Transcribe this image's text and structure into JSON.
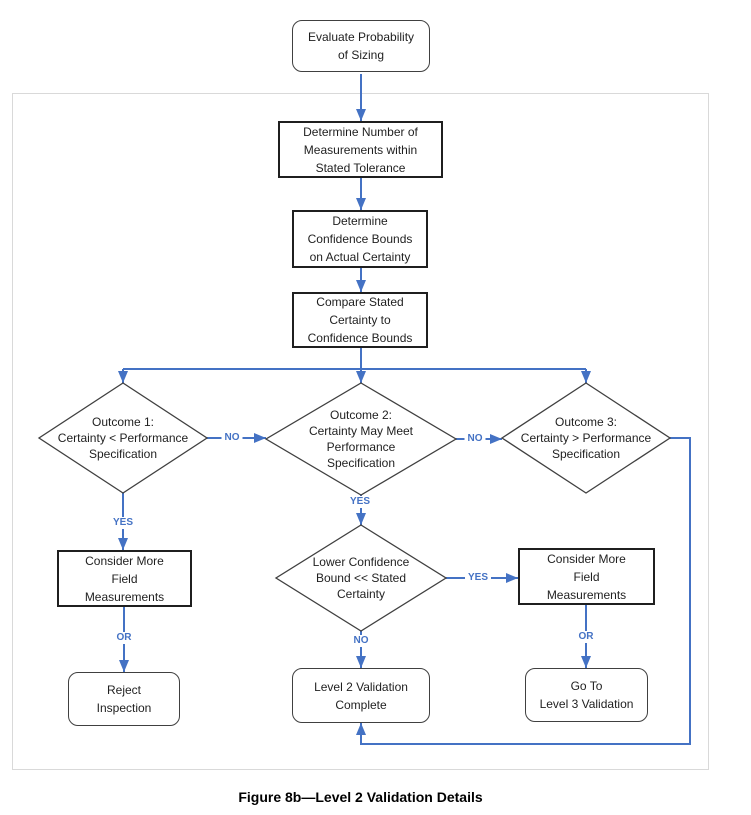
{
  "figure": {
    "caption": "Figure 8b—Level 2 Validation Details"
  },
  "colors": {
    "connector_blue": "#4472c4",
    "process_border": "#1f1f1f",
    "rounded_border": "#404040",
    "frame_gray": "#d9d9d9",
    "text": "#1f1f1f",
    "background": "#ffffff"
  },
  "nodes": {
    "evaluate_probability": {
      "type": "rounded-terminator",
      "label": "Evaluate Probability\nof Sizing"
    },
    "determine_measurements": {
      "type": "process",
      "label": "Determine Number of\nMeasurements within\nStated Tolerance"
    },
    "determine_confidence": {
      "type": "process",
      "label": "Determine\nConfidence Bounds\non Actual Certainty"
    },
    "compare_certainty": {
      "type": "process",
      "label": "Compare Stated\nCertainty to\nConfidence Bounds"
    },
    "outcome_1": {
      "type": "decision",
      "label": "Outcome 1:\nCertainty < Performance\nSpecification"
    },
    "outcome_2": {
      "type": "decision",
      "label": "Outcome 2:\nCertainty May Meet\nPerformance\nSpecification"
    },
    "outcome_3": {
      "type": "decision",
      "label": "Outcome 3:\nCertainty > Performance\nSpecification"
    },
    "lower_confidence": {
      "type": "decision",
      "label": "Lower Confidence\nBound << Stated\nCertainty"
    },
    "consider_more_left": {
      "type": "process",
      "label": "Consider More\nField\nMeasurements"
    },
    "reject_inspection": {
      "type": "rounded-terminator",
      "label": "Reject\nInspection"
    },
    "consider_more_right": {
      "type": "process",
      "label": "Consider More\nField\nMeasurements"
    },
    "level2_complete": {
      "type": "rounded-terminator",
      "label": "Level 2 Validation\nComplete"
    },
    "goto_level3": {
      "type": "rounded-terminator",
      "label": "Go To\nLevel 3 Validation"
    }
  },
  "edge_labels": {
    "yes": "YES",
    "no": "NO",
    "or": "OR"
  }
}
